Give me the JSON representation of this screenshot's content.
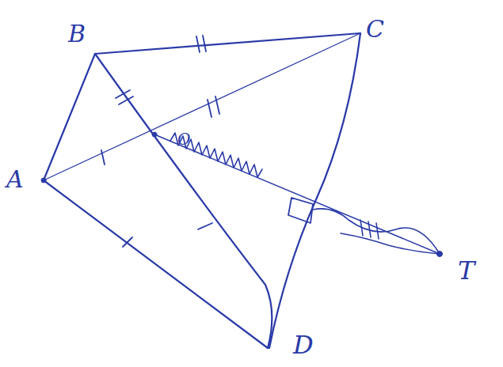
{
  "diagram": {
    "labels": [
      "B",
      "C",
      "A",
      "O",
      "D",
      "T"
    ]
  }
}
